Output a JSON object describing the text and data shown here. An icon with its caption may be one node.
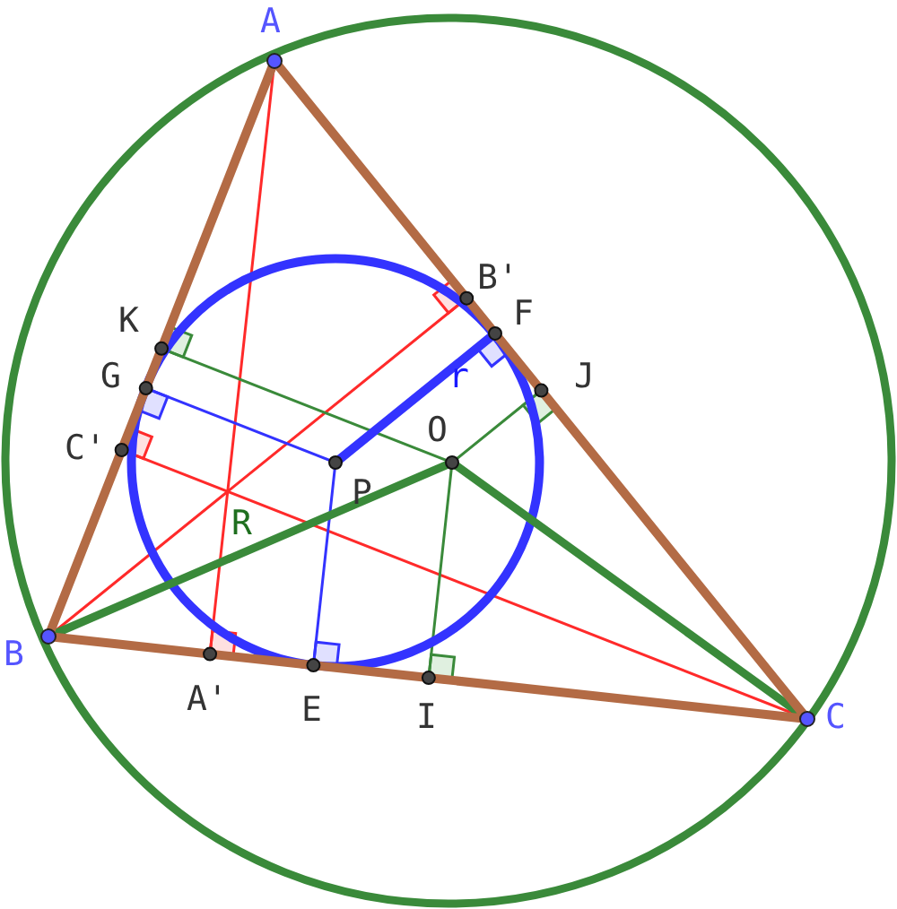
{
  "diagram": {
    "labels": [
      "A",
      "B'",
      "K",
      "F",
      "G",
      "J",
      "C'",
      "O",
      "r",
      "P",
      "R",
      "B",
      "A'",
      "E",
      "I",
      "C"
    ]
  }
}
